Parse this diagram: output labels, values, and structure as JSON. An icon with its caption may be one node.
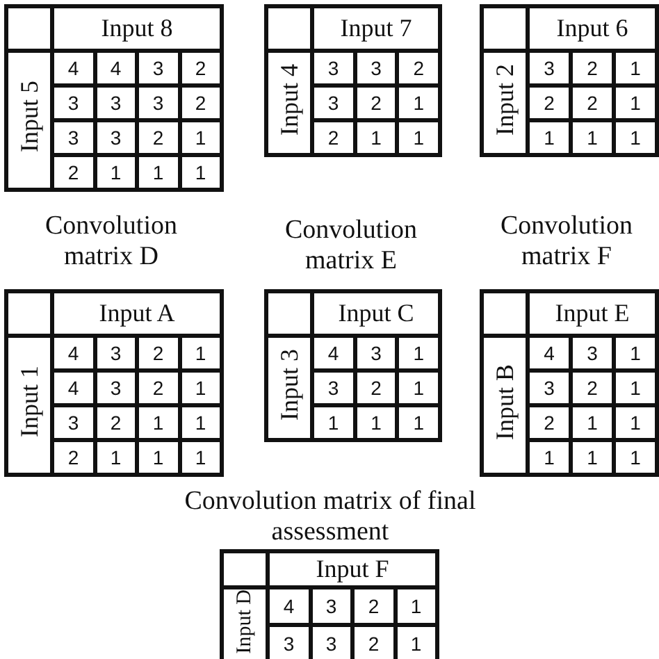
{
  "diagram": {
    "labels": [
      "Input 8",
      "Input 5",
      "4",
      "4",
      "3",
      "2",
      "3",
      "3",
      "3",
      "2",
      "3",
      "3",
      "2",
      "1",
      "2",
      "1",
      "1",
      "1",
      "Input 7",
      "Input 4",
      "3",
      "3",
      "2",
      "3",
      "2",
      "1",
      "2",
      "1",
      "1",
      "Input 6",
      "Input 2",
      "3",
      "2",
      "1",
      "2",
      "2",
      "1",
      "1",
      "1",
      "1",
      "Convolution matrix D",
      "Input A",
      "Input 1",
      "4",
      "3",
      "2",
      "1",
      "4",
      "3",
      "2",
      "1",
      "3",
      "2",
      "1",
      "1",
      "2",
      "1",
      "1",
      "1",
      "Convolution matrix E",
      "Input C",
      "Input 3",
      "4",
      "3",
      "1",
      "3",
      "2",
      "1",
      "1",
      "1",
      "1",
      "Convolution matrix F",
      "Input E",
      "Input B",
      "4",
      "3",
      "1",
      "3",
      "2",
      "1",
      "2",
      "1",
      "1",
      "1",
      "1",
      "1",
      "Convolution matrix of final assessment",
      "Input F",
      "Input D",
      "4",
      "3",
      "2",
      "1",
      "3",
      "3",
      "2",
      "1"
    ]
  }
}
